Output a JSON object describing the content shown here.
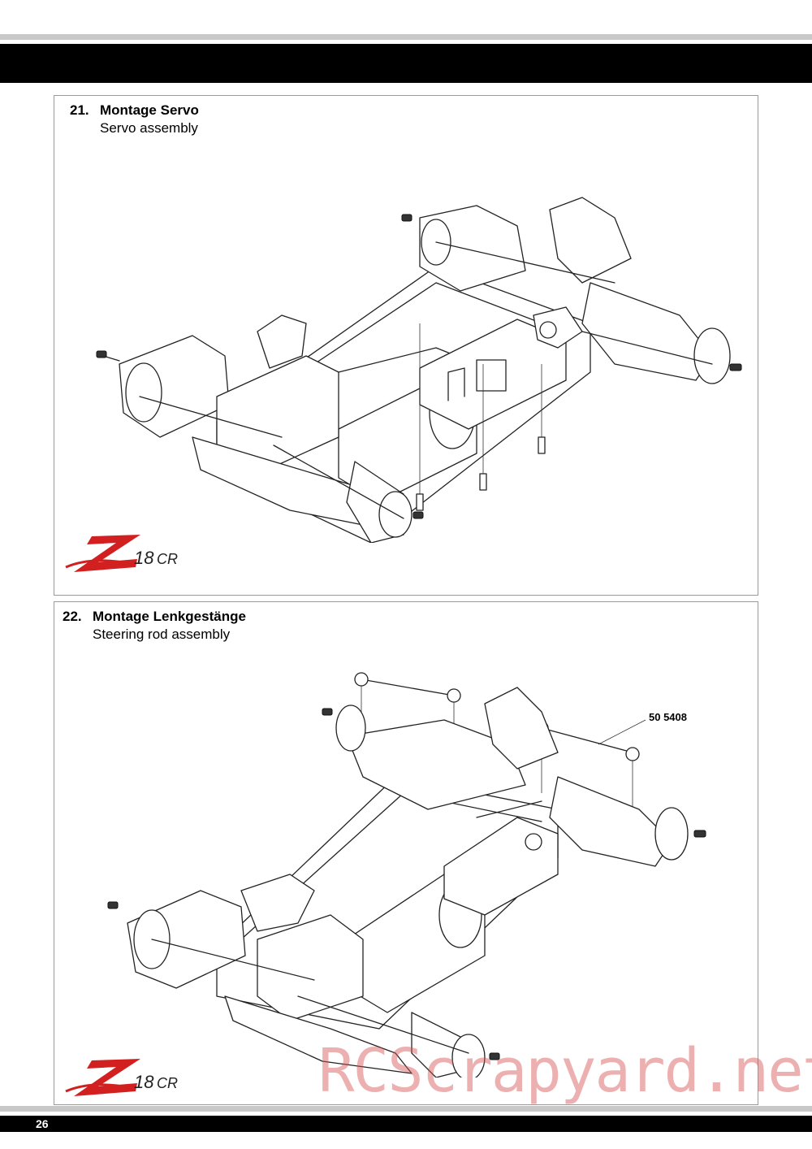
{
  "page": {
    "number": "26"
  },
  "steps": [
    {
      "number": "21.",
      "title_de": "Montage Servo",
      "title_en": "Servo assembly"
    },
    {
      "number": "22.",
      "title_de": "Montage Lenkgestänge",
      "title_en": "Steering rod assembly",
      "part_number": "50 5408"
    }
  ],
  "logo": {
    "name": "Z18CR logo"
  },
  "watermark": {
    "text": "RCScrapyard.net"
  },
  "colors": {
    "header_bar": "#000000",
    "rule": "#c8c8c8",
    "logo_red": "#d21f1f",
    "watermark": "#d65050"
  }
}
